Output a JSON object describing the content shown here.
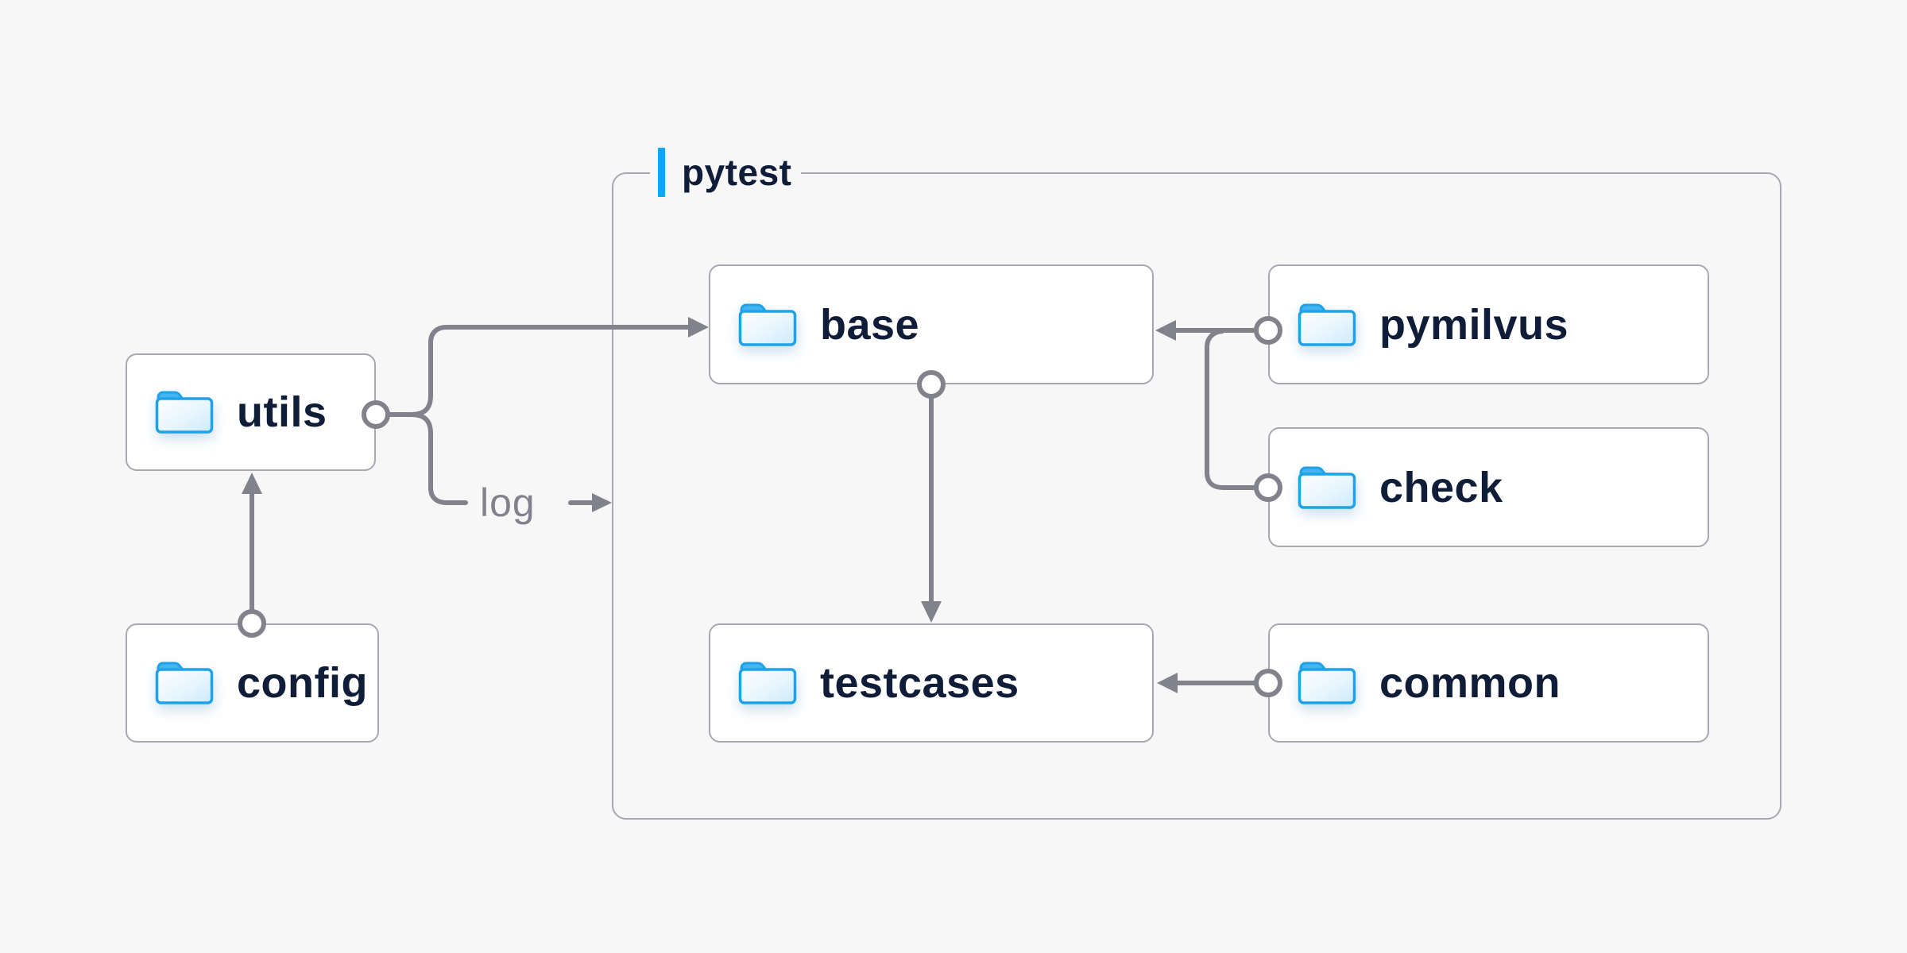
{
  "diagram": {
    "group": {
      "label": "pytest"
    },
    "nodes": [
      {
        "id": "utils",
        "label": "utils"
      },
      {
        "id": "config",
        "label": "config"
      },
      {
        "id": "base",
        "label": "base"
      },
      {
        "id": "pymilvus",
        "label": "pymilvus"
      },
      {
        "id": "check",
        "label": "check"
      },
      {
        "id": "testcases",
        "label": "testcases"
      },
      {
        "id": "common",
        "label": "common"
      }
    ],
    "edges": [
      {
        "from": "config",
        "to": "utils",
        "style": "arrow"
      },
      {
        "from": "utils",
        "to": "base",
        "style": "arrow"
      },
      {
        "from": "utils",
        "to": "pytest",
        "label": "log",
        "style": "labeled-arrow"
      },
      {
        "from": "pymilvus",
        "to": "base",
        "style": "arrow"
      },
      {
        "from": "check",
        "to": "base",
        "style": "arrow"
      },
      {
        "from": "base",
        "to": "testcases",
        "style": "arrow"
      },
      {
        "from": "common",
        "to": "testcases",
        "style": "arrow"
      }
    ],
    "colors": {
      "background": "#f7f7f8",
      "accent_blue": "#0fa6f2",
      "folder_blue": "#1ea2e8",
      "connector_gray": "#82828c",
      "border_gray": "#a8a8b2",
      "text_navy": "#101d38"
    }
  }
}
